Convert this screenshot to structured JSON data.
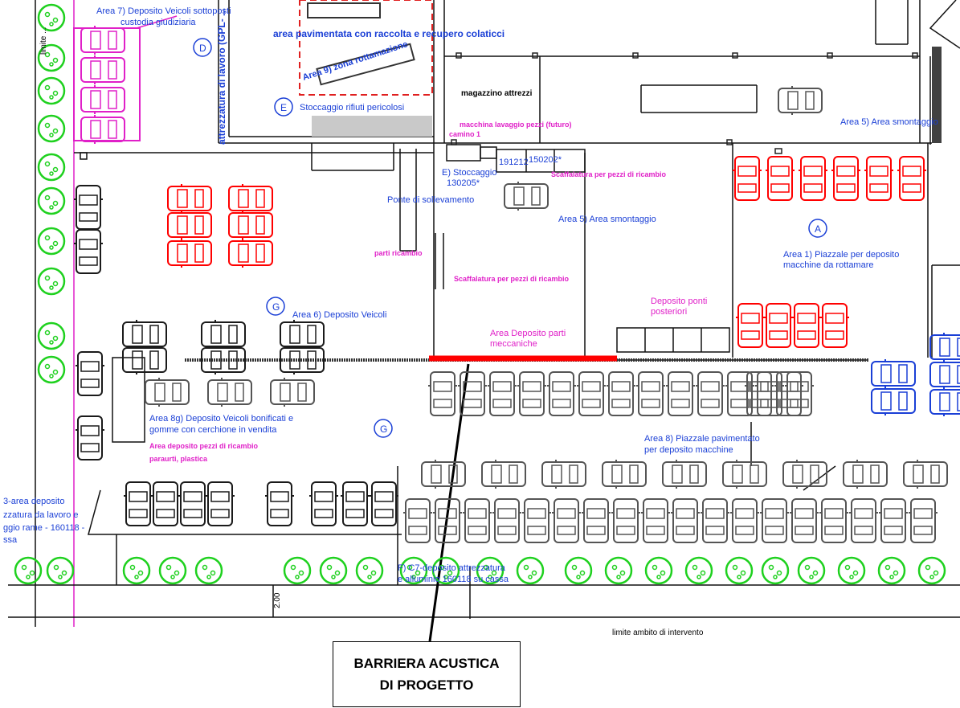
{
  "colors": {
    "line": "#111111",
    "blue_text": "#1a3fd6",
    "magenta": "#e020c8",
    "red_car": "#ff0000",
    "blue_car": "#1a3fd6",
    "grey_car": "#555555",
    "tree": "#1fd11f",
    "barrier": "#ff0000"
  },
  "labels": {
    "area7": "Area 7) Deposito Veicoli sottoposti",
    "area7b": "custodia giudiziaria",
    "circle_d": "D",
    "attrezzatura": "attrezzatura di lavoro (GPL- ...",
    "limite_vert": "limite ...",
    "area_pav": "area pavimentata con raccolta e recupero colaticci",
    "area9": "Area 9) zona rottamazione",
    "circle_e": "E",
    "stoccaggio_rifiuti": "Stoccaggio rifiuti pericolosi",
    "magazzino": "magazzino attrezzi",
    "macchina_lav": "macchina lavaggio pezzi (futuro)",
    "camino": "camino 1",
    "area5_top": "Area 5) Area smontaggio",
    "stoccaggio_e": "E) Stoccaggio",
    "code_130205": "130205*",
    "code_191212": "191212",
    "code_150202": "150202*",
    "scaffalatura1": "Scaffalatura per pezzi di ricambio",
    "ponte": "Ponte di sollevamento",
    "area5_mid": "Area 5) Area smontaggio",
    "parti_ricambio": "parti ricambio",
    "scaffalatura2": "Scaffalatura per pezzi di ricambio",
    "circle_a": "A",
    "area1a": "Area 1) Piazzale per deposito",
    "area1b": "macchine da rottamare",
    "circle_g1": "G",
    "area6": "Area 6) Deposito Veicoli",
    "deposito_ponti_a": "Deposito ponti",
    "deposito_ponti_b": "posteriori",
    "area_dep_parti_a": "Area Deposito parti",
    "area_dep_parti_b": "meccaniche",
    "area8g_a": "Area 8g) Deposito Veicoli bonificati e",
    "area8g_b": "gomme con cerchione in vendita",
    "area_dep_pezzi": "Area deposito pezzi di ricambio",
    "paraurti": "paraurti, plastica",
    "circle_g2": "G",
    "area8_a": "Area 8) Piazzale pavimentato",
    "area8_b": "per deposito macchine",
    "area3_a": "3-area deposito",
    "area3_b": "zzatura da lavoro e",
    "area3_c": "ggio rame - 160118 -",
    "area3_d": "ssa",
    "c7_a": "F) C7-deposito attrezzatura",
    "c7_b": "e alluminio 160118 su cassa",
    "dim_200": "2.00",
    "limite_ambito": "limite ambito di intervento"
  },
  "callout": {
    "line1": "BARRIERA ACUSTICA",
    "line2": "DI PROGETTO"
  }
}
